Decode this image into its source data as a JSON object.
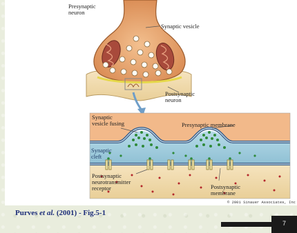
{
  "figure": {
    "labels": {
      "presynaptic_neuron": "Presynaptic\nneuron",
      "synaptic_vesicle": "Synaptic vesicle",
      "postsynaptic_neuron": "Postsynaptic\nneuron",
      "synaptic_vesicle_fusing": "Synaptic\nvesicle fusing",
      "presynaptic_membrane": "Presynaptic membrane",
      "synaptic_cleft": "Synaptic\ncleft",
      "postsynaptic_receptor": "Postsynaptic\nneurotransmitter\nreceptor",
      "postsynaptic_membrane": "Postsynaptic\nmembrane"
    },
    "copyright": "© 2001 Sinauer Associates, Inc"
  },
  "citation": {
    "prefix": "Purves ",
    "etal": "et al.",
    "suffix": " (2001) - Fig.5-1"
  },
  "page_number": "7",
  "colors": {
    "terminal": "#e39a62",
    "postsynaptic": "#f1d9a8",
    "vesicle_green": "#2f8a3a",
    "cleft_blue": "#9cc9dc",
    "transmitter_red": "#b3262a",
    "citation_blue": "#1e2f7a"
  }
}
